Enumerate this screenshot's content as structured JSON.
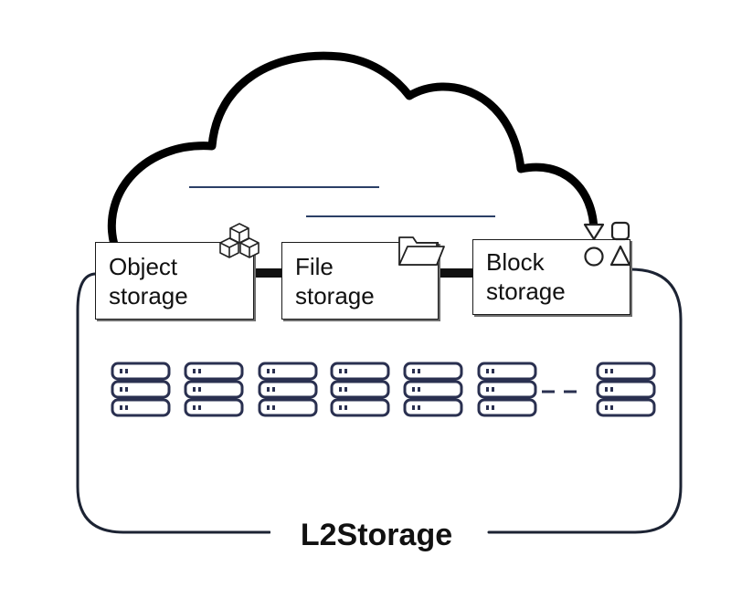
{
  "diagram": {
    "title": "L2Storage",
    "storage_types": [
      {
        "line1": "Object",
        "line2": "storage",
        "icon": "cubes-icon"
      },
      {
        "line1": "File",
        "line2": "storage",
        "icon": "folder-icon"
      },
      {
        "line1": "Block",
        "line2": "storage",
        "icon": "shapes-icon"
      }
    ],
    "server_count_shown": 7,
    "colors": {
      "cloud_outline": "#000000",
      "frame": "#1c2333",
      "server": "#2a3050",
      "accent_line": "#2b3f66"
    }
  }
}
